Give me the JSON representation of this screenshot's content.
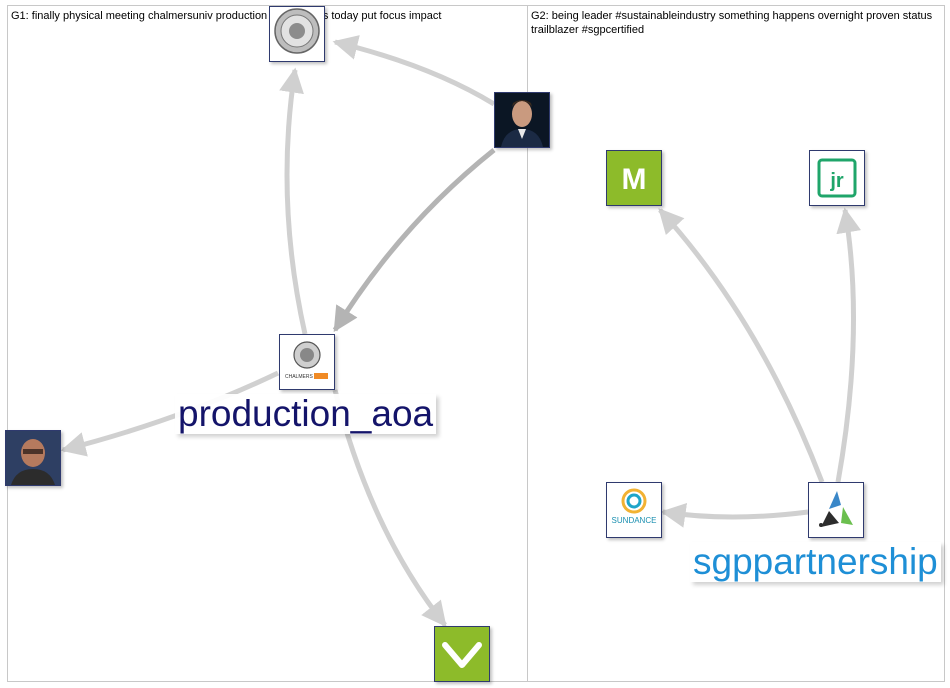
{
  "groups": [
    {
      "id": "G1",
      "caption": "G1: finally physical meeting chalmersuniv production researchers today put focus impact"
    },
    {
      "id": "G2",
      "caption": "G2: being leader #sustainableindustry something happens overnight proven status trailblazer #sgpcertified"
    }
  ],
  "labels": {
    "production": "production_aoa",
    "sgp": "sgppartnership"
  },
  "logo_text": {
    "m_logo": "M",
    "jr_logo": "jr",
    "sundance": "SUNDANCE",
    "chalmers": "CHALMERS"
  },
  "colors": {
    "edge": "#d0d0d0",
    "edge_dark": "#b4b4b4",
    "node_border": "#2f3a6e",
    "label_dark": "#14146a",
    "label_blue": "#1e8fd6",
    "green_tile": "#8dbb2a",
    "jr_green": "#1fa56a"
  },
  "icons": [
    "chalmers-seal-icon",
    "person-avatar-icon",
    "green-v-logo-icon",
    "m-logo-icon",
    "jr-logo-icon",
    "sundance-logo-icon",
    "sgp-triangle-logo-icon"
  ]
}
